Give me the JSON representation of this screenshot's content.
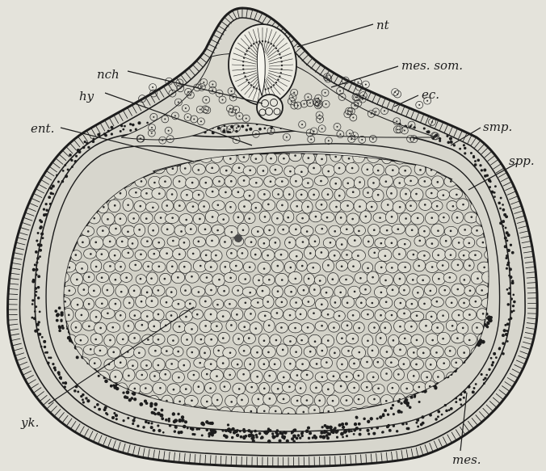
{
  "figure": {
    "labels": {
      "nt": "nt",
      "mes_som": "mes. som.",
      "nch": "nch",
      "hy": "hy",
      "ec": "ec.",
      "ent": "ent.",
      "smp": "smp.",
      "spp": "spp.",
      "yk": "yk.",
      "mes": "mes."
    },
    "colors": {
      "background": "#e4e3db",
      "ink": "#1d1d1d",
      "tissue": "#d7d6cd",
      "yolk": "#d2d1c7"
    }
  }
}
